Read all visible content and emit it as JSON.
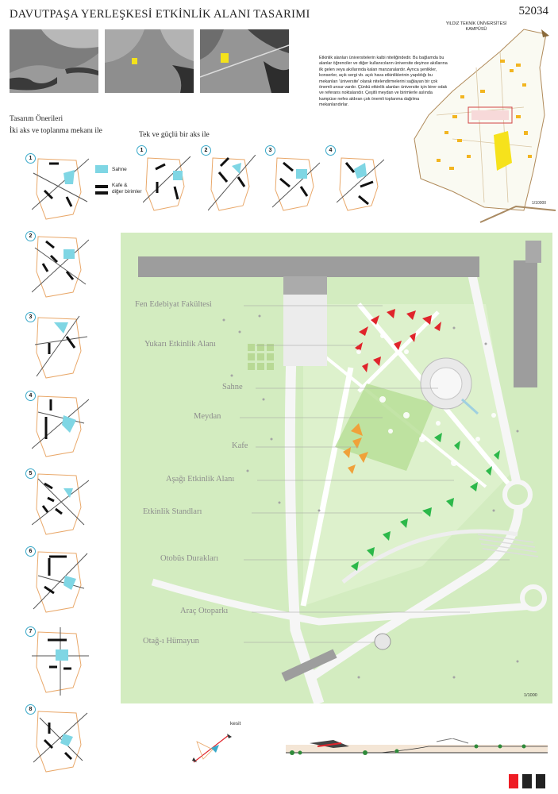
{
  "header": {
    "title": "DAVUTPAŞA YERLEŞKESİ ETKİNLİK ALANI TASARIMI",
    "code": "52034"
  },
  "campus": {
    "label": "YILDIZ TEKNİK ÜNİVERSİTESİ KAMPÜSÜ",
    "scale": "1/10000",
    "north": "K"
  },
  "description": "Etkinlik alanları üniversitelerin kalbi niteliğindedir. Bu bağlamda bu alanlar öğrenciler ve diğer kullanıcıların üniversite deyince akıllarına ilk gelen veya akıllarında kalan manzaralardır. Ayrıca şenlikler, konserler, açık sergi vb. açık hava etkinliklerinin yapıldığı bu mekanları 'üniversite' olarak nitelendirmelerini sağlayan bir çok önemli unsur vardır. Çünkü etkinlik alanları üniversite için birer odak ve referans noktalarıdır. Çeşitli meydan ve birimlerle aslında kampüse nefes aldıran çok önemli toplanma dağılma mekanlarıdırlar.",
  "proposals": {
    "heading": "Tasarım Önerileri",
    "group_a": "İki aks ve toplanma mekanı ile",
    "group_b": "Tek ve güçlü bir aks ile",
    "a_numbers": [
      "1",
      "2",
      "3",
      "4",
      "5",
      "6",
      "7",
      "8"
    ],
    "b_numbers": [
      "1",
      "2",
      "3",
      "4"
    ]
  },
  "legend": {
    "stage": "Sahne",
    "cafe": "Kafe &\ndiğer birimler"
  },
  "plan": {
    "labels": [
      "Fen Edebiyat Fakültesi",
      "Yukarı Etkinlik Alanı",
      "Sahne",
      "Meydan",
      "Kafe",
      "Aşağı Etkinlik Alanı",
      "Etkinlik Standları",
      "Otobüs Durakları",
      "Araç Otoparkı",
      "Otağ-ı Hümayun"
    ],
    "scale": "1/1000"
  },
  "section": {
    "label": "kesit"
  },
  "colors": {
    "accent": "#39a9c9",
    "stage": "#7fd6e4",
    "ground": "#d3ecc0",
    "building": "#9d9d9d",
    "square1": "#ee1c24",
    "square2": "#222222",
    "square3": "#222222"
  }
}
